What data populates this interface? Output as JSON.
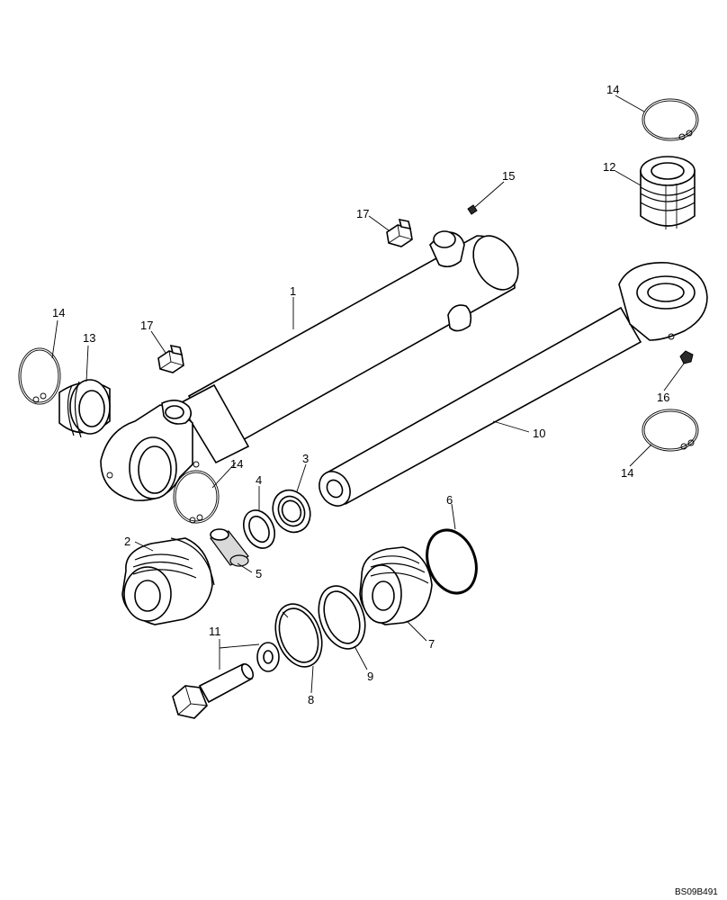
{
  "labels": {
    "p1": "1",
    "p2": "2",
    "p3": "3",
    "p4": "4",
    "p5": "5",
    "p6": "6",
    "p7": "7",
    "p8": "8",
    "p9": "9",
    "p10": "10",
    "p11": "11",
    "p12": "12",
    "p13": "13",
    "p14a": "14",
    "p14b": "14",
    "p14c": "14",
    "p14d": "14",
    "p15": "15",
    "p16": "16",
    "p17a": "17",
    "p17b": "17"
  },
  "reference_code": "BS09B491"
}
